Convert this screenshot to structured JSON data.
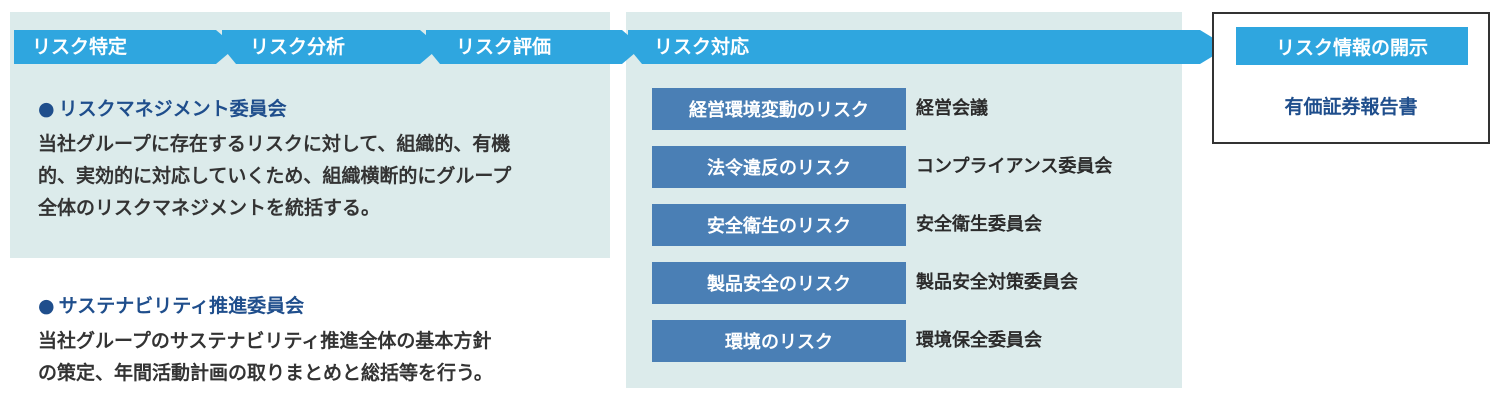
{
  "colors": {
    "panel_bg": "#dcebeb",
    "flow_arrow": "#2fa6df",
    "risk_box": "#4a7fb5",
    "heading_blue": "#1f4e8c"
  },
  "process_steps": [
    {
      "label": "リスク特定"
    },
    {
      "label": "リスク分析"
    },
    {
      "label": "リスク評価"
    },
    {
      "label": "リスク対応"
    }
  ],
  "committees": [
    {
      "title": "リスクマネジメント委員会",
      "body_lines": [
        "当社グループに存在するリスクに対して、組織的、有機",
        "的、実効的に対応していくため、組織横断的にグループ",
        "全体のリスクマネジメントを統括する。"
      ]
    },
    {
      "title": "サステナビリティ推進委員会",
      "body_lines": [
        "当社グループのサステナビリティ推進全体の基本方針",
        "の策定、年間活動計画の取りまとめと総括等を行う。"
      ]
    }
  ],
  "risk_responses": [
    {
      "risk": "経営環境変動のリスク",
      "owner": "経営会議"
    },
    {
      "risk": "法令違反のリスク",
      "owner": "コンプライアンス委員会"
    },
    {
      "risk": "安全衛生のリスク",
      "owner": "安全衛生委員会"
    },
    {
      "risk": "製品安全のリスク",
      "owner": "製品安全対策委員会"
    },
    {
      "risk": "環境のリスク",
      "owner": "環境保全委員会"
    }
  ],
  "disclosure": {
    "header": "リスク情報の開示",
    "document": "有価証券報告書"
  }
}
